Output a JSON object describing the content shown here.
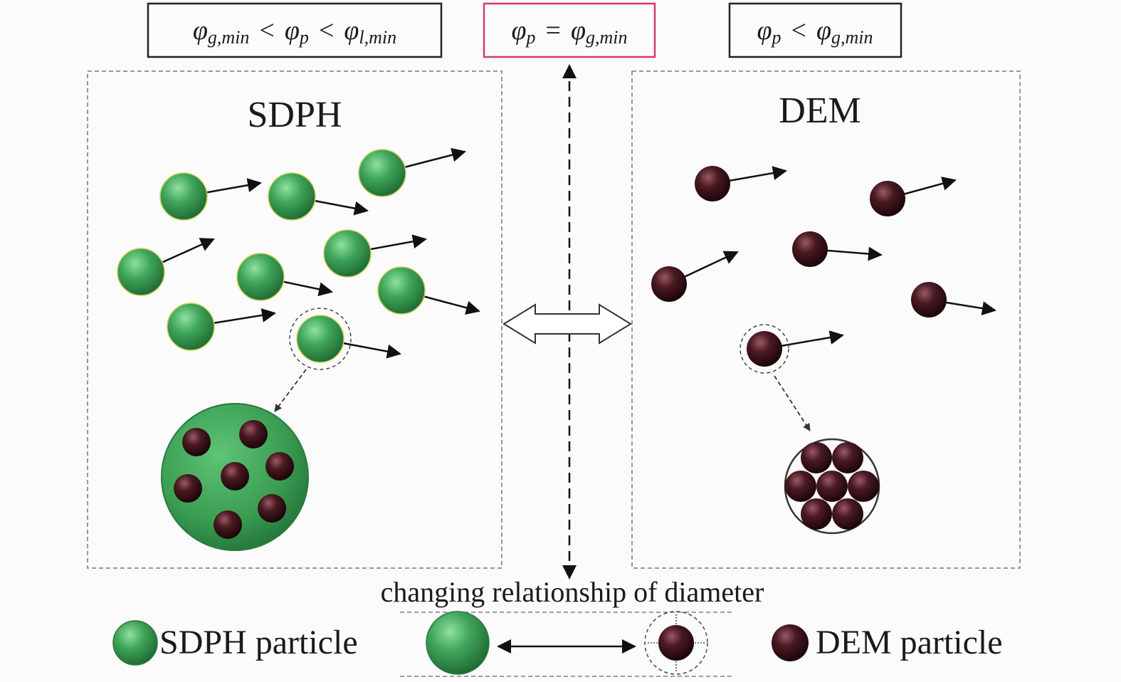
{
  "conditions": {
    "left": {
      "phi": "φ",
      "s1": "g,min",
      "op1": "<",
      "s2": "p",
      "op2": "<",
      "s3": "l,min"
    },
    "middle": {
      "phi": "φ",
      "s1": "p",
      "op1": "=",
      "s2": "g,min"
    },
    "right": {
      "phi": "φ",
      "s1": "p",
      "op1": "<",
      "s2": "g,min"
    }
  },
  "panels": {
    "sdph_title": "SDPH",
    "dem_title": "DEM"
  },
  "footer": {
    "caption": "changing relationship of diameter",
    "sdph_legend": "SDPH particle",
    "dem_legend": "DEM particle"
  },
  "colors": {
    "sdph_green": "#3fa55a",
    "dem_maroon": "#4a1a22",
    "middle_box_border": "#d63a6e",
    "box_border": "#222222"
  }
}
